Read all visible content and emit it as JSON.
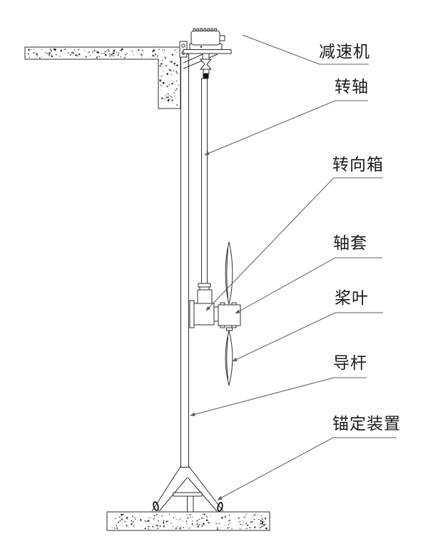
{
  "figure": {
    "labels": [
      {
        "id": "gear-reducer",
        "text": "减速机"
      },
      {
        "id": "rotating-shaft",
        "text": "转轴"
      },
      {
        "id": "steering-box",
        "text": "转向箱"
      },
      {
        "id": "shaft-sleeve",
        "text": "轴套"
      },
      {
        "id": "propeller-blade",
        "text": "桨叶"
      },
      {
        "id": "guide-rod",
        "text": "导杆"
      },
      {
        "id": "anchoring-device",
        "text": "锚定装置"
      }
    ],
    "colors": {
      "line": "#2e2e2e",
      "leader": "#5f5f5f",
      "text": "#1b1b1b",
      "background": "#ffffff"
    }
  }
}
